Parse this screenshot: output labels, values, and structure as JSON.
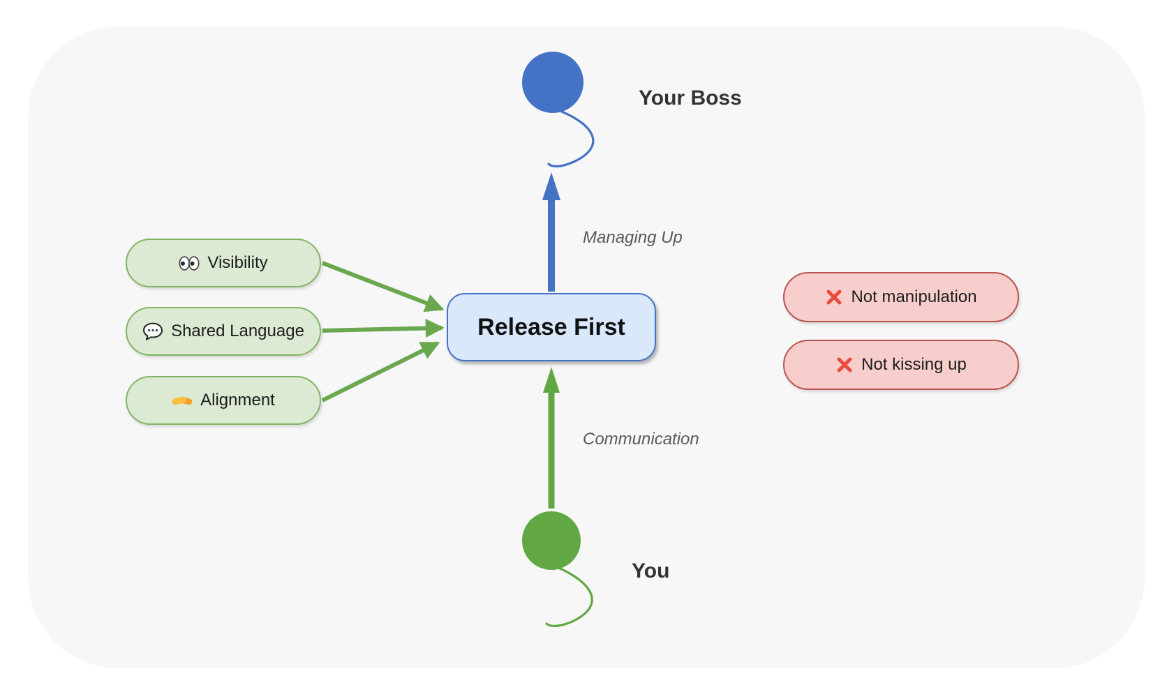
{
  "actors": {
    "boss": {
      "label": "Your Boss"
    },
    "you": {
      "label": "You"
    }
  },
  "center_node": {
    "label": "Release First"
  },
  "edge_labels": {
    "managing_up": "Managing Up",
    "communication": "Communication"
  },
  "practice_pills": [
    {
      "icon": "eyes-icon",
      "label": "Visibility"
    },
    {
      "icon": "speech-bubble-icon",
      "label": "Shared Language"
    },
    {
      "icon": "handshake-icon",
      "label": "Alignment"
    }
  ],
  "caveat_pills": [
    {
      "icon": "cross-mark-icon",
      "label": "Not manipulation"
    },
    {
      "icon": "cross-mark-icon",
      "label": "Not kissing up"
    }
  ],
  "colors": {
    "blue": "#4472c4",
    "blue_node_fill": "#dae8fc",
    "green": "#6aa84f",
    "green_figure": "#61a845",
    "green_pill_fill": "#dcead4",
    "green_pill_border": "#82b464",
    "red_pill_fill": "#f8cecc",
    "red_pill_border": "#b85450",
    "cross_red": "#e94b3c",
    "edge_label_gray": "#595959",
    "panel_bg": "#f7f7f8"
  }
}
